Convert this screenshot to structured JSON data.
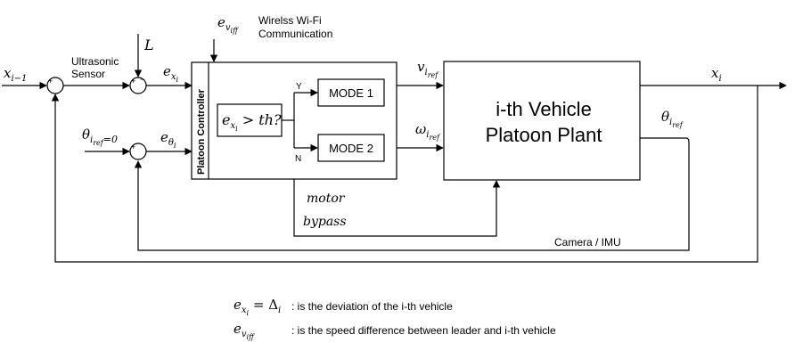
{
  "labels": {
    "x_im1_base": "x",
    "x_im1_sub": "i−1",
    "ultrasonic_1": "Ultrasonic",
    "ultrasonic_2": "Sensor",
    "L": "L",
    "ex_base": "e",
    "ex_sub": "x",
    "ex_subsub": "i",
    "ev_base": "e",
    "ev_sub": "v",
    "ev_subsub": "iff",
    "wifi_1": "Wirelss Wi-Fi",
    "wifi_2": "Communication",
    "theta_ref0_base": "θ",
    "theta_ref0_sub": "i",
    "theta_ref0_subsub": "ref",
    "theta_ref0_eq": "=0",
    "etheta_base": "e",
    "etheta_sub": "θ",
    "etheta_subsub": "i",
    "controller": "Platoon Controller",
    "cond_base": "e",
    "cond_sub": "x",
    "cond_subsub": "i",
    "cond_rest": " > th?",
    "yes": "Y",
    "no": "N",
    "mode1": "MODE 1",
    "mode2": "MODE 2",
    "v_base": "v",
    "v_sub": "i",
    "v_subsub": "ref",
    "w_base": "ω",
    "w_sub": "i",
    "w_subsub": "ref",
    "plant_1": "i-th Vehicle",
    "plant_2": "Platoon Plant",
    "xi_base": "x",
    "xi_sub": "i",
    "theta_out_base": "θ",
    "theta_out_sub": "i",
    "theta_out_subsub": "ref",
    "motor": "motor",
    "bypass": "bypass",
    "camera": "Camera / IMU",
    "minus": "−",
    "plus": "+"
  },
  "legend": {
    "l1_base": "e",
    "l1_sub": "x",
    "l1_subsub": "i",
    "l1_eq": " = Δ",
    "l1_eqsub": "i",
    "l1_text": " : is the deviation of the i-th vehicle",
    "l2_base": "e",
    "l2_sub": "v",
    "l2_subsub": "iff",
    "l2_text": ": is the speed difference between leader and i-th vehicle"
  }
}
